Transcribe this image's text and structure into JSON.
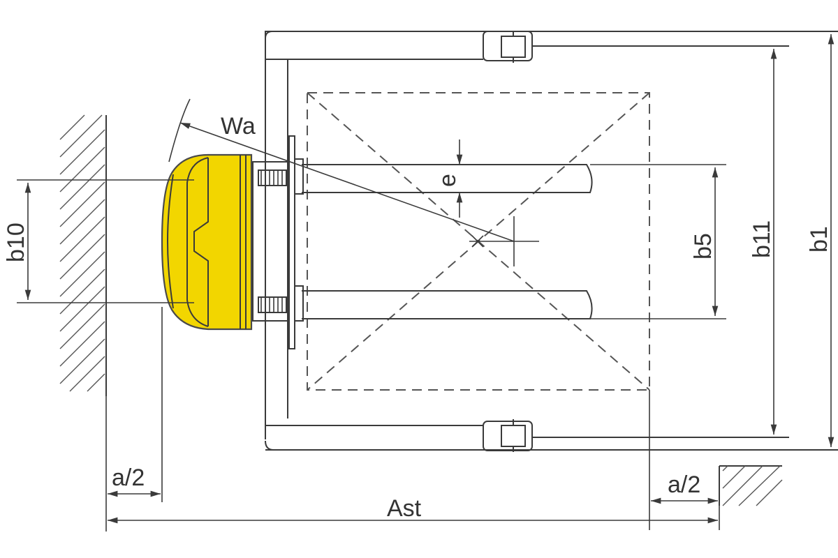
{
  "labels": {
    "wa": "Wa",
    "e": "e",
    "b10": "b10",
    "b5": "b5",
    "b11": "b11",
    "b1": "b1",
    "a_half_left": "a/2",
    "a_half_right": "a/2",
    "ast": "Ast"
  },
  "colors": {
    "truck_body": "#f2d600",
    "truck_outline": "#4a4a4a",
    "line": "#3a3a3a"
  }
}
